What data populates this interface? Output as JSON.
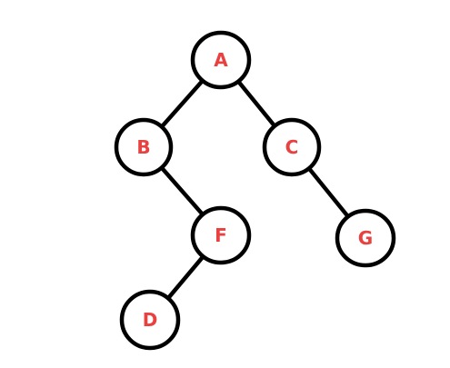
{
  "diagram": {
    "type": "binary-tree",
    "label_color": "#e8413f",
    "line_color": "#000000",
    "nodes": [
      {
        "id": "A",
        "label": "A"
      },
      {
        "id": "B",
        "label": "B"
      },
      {
        "id": "C",
        "label": "C"
      },
      {
        "id": "F",
        "label": "F"
      },
      {
        "id": "G",
        "label": "G"
      },
      {
        "id": "D",
        "label": "D"
      }
    ],
    "edges": [
      {
        "from": "A",
        "to": "B"
      },
      {
        "from": "A",
        "to": "C"
      },
      {
        "from": "B",
        "to": "F"
      },
      {
        "from": "C",
        "to": "G"
      },
      {
        "from": "F",
        "to": "D"
      }
    ]
  }
}
